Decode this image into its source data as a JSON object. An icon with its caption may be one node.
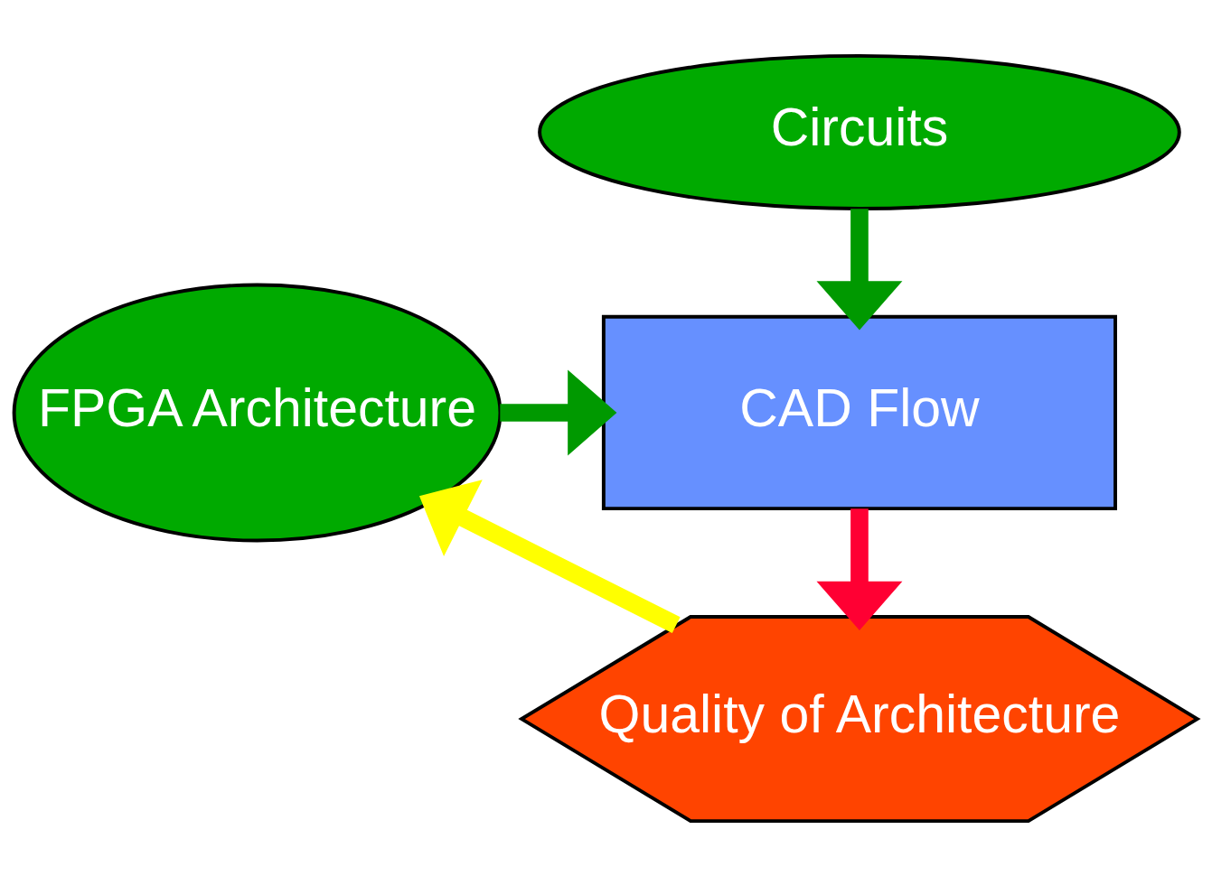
{
  "diagram": {
    "nodes": [
      {
        "text": [
          "Circuits"
        ]
      },
      {
        "text": [
          "FPGA Architecture"
        ]
      },
      {
        "text": [
          "CAD Flow"
        ]
      },
      {
        "text": [
          "Quality of Architecture"
        ]
      }
    ],
    "edges": [
      {
        "from": 0,
        "to": 2,
        "arrow": "to"
      },
      {
        "from": 1,
        "to": 2,
        "arrow": "to"
      },
      {
        "from": 2,
        "to": 3,
        "arrow": "to",
        "color": "#ff0033"
      },
      {
        "from": 3,
        "to": 1,
        "arrow": "to",
        "color": "#ffff00"
      }
    ]
  }
}
